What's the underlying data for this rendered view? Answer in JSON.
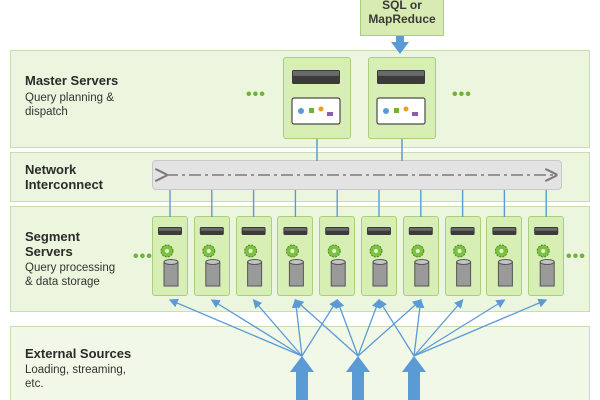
{
  "input_box": {
    "line1": "SQL or",
    "line2": "MapReduce"
  },
  "bands": {
    "master": {
      "title": "Master Servers",
      "sub1": "Query planning &",
      "sub2": "dispatch"
    },
    "network": {
      "title1": "Network",
      "title2": "Interconnect"
    },
    "segment": {
      "title1": "Segment",
      "title2": "Servers",
      "sub1": "Query processing",
      "sub2": "& data storage"
    },
    "external": {
      "title": "External Sources",
      "sub1": "Loading, streaming,",
      "sub2": "etc."
    }
  },
  "ellipsis": "•••",
  "colors": {
    "band_fill": "#ecf6de",
    "network_fill": "#e6e6e6",
    "card_fill": "#d7efb4",
    "arrow_blue": "#5b9bd5",
    "dots_green": "#6fb23a"
  },
  "icons": {
    "server": "server-icon",
    "gear": "gear-icon",
    "disk": "disk-icon",
    "console": "query-console-icon"
  },
  "counts": {
    "master_servers": 2,
    "segment_servers": 10,
    "source_arrows": 3
  }
}
